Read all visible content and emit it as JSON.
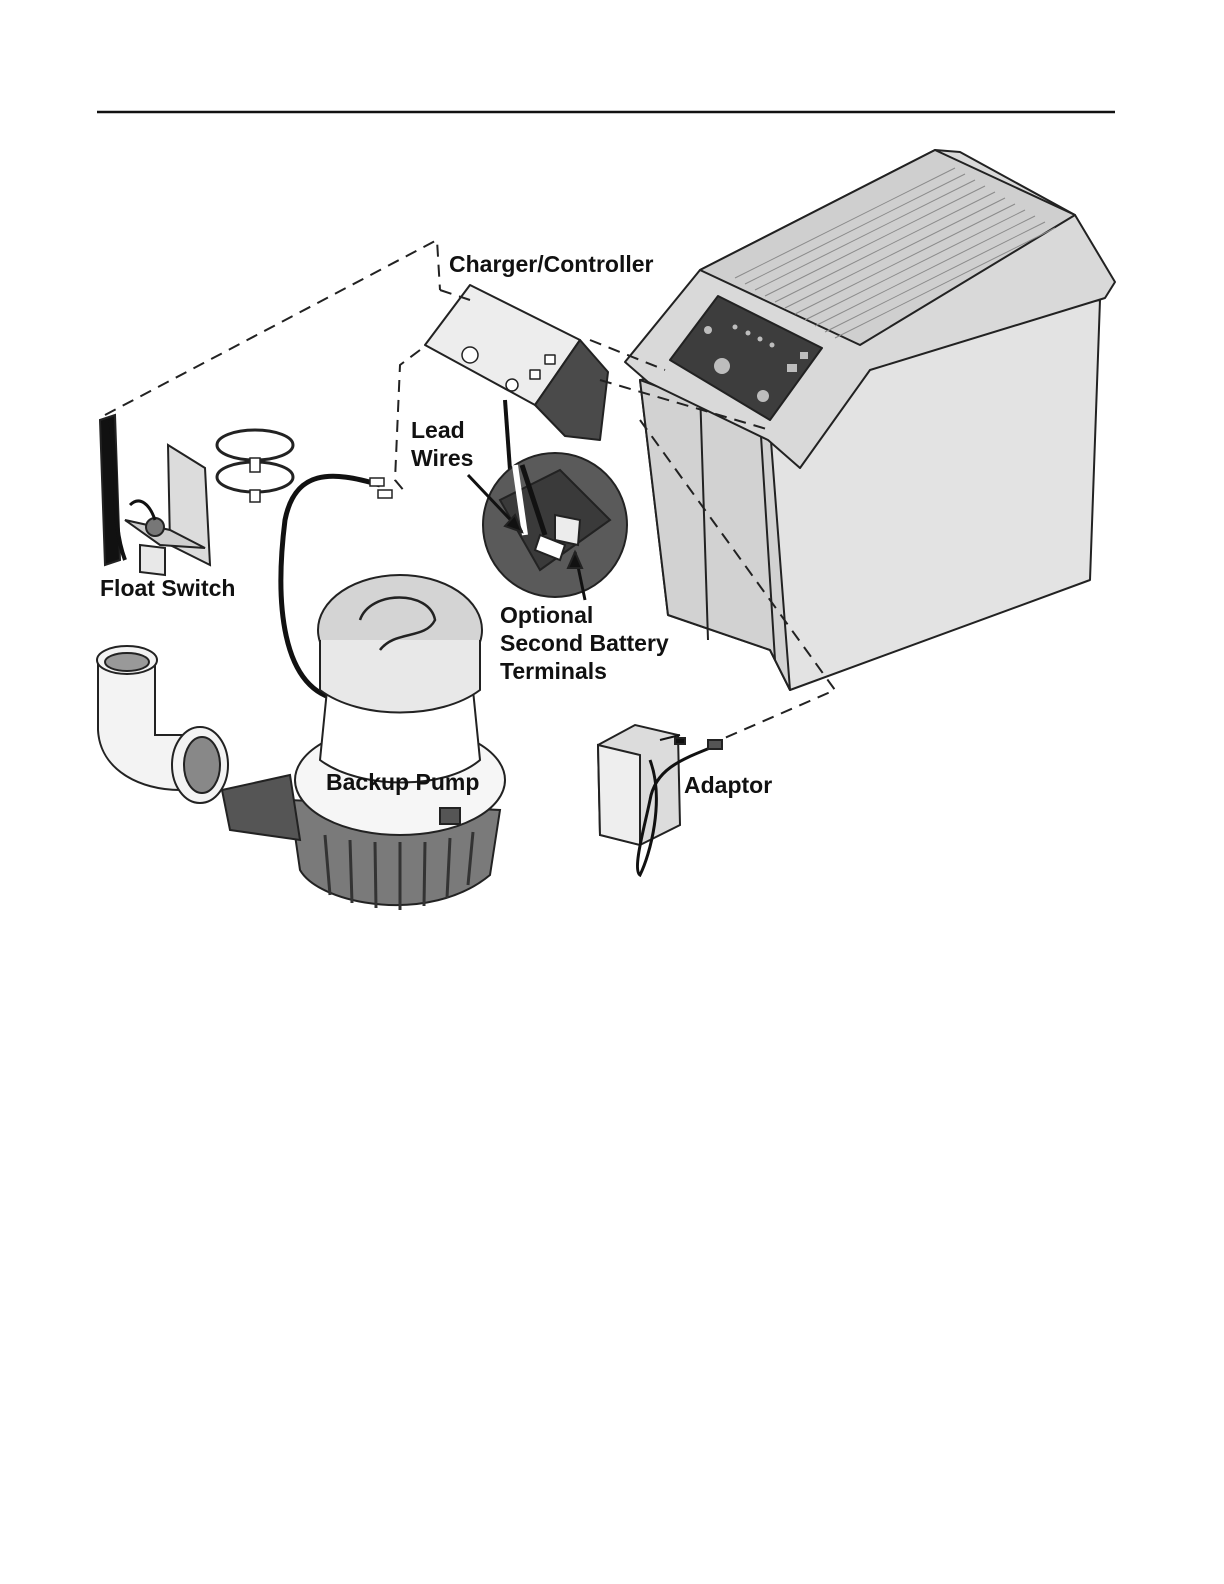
{
  "labels": {
    "charger_controller": "Charger/Controller",
    "lead_wires": [
      "Lead",
      "Wires"
    ],
    "float_switch": "Float Switch",
    "optional_terminals": [
      "Optional",
      "Second Battery",
      "Terminals"
    ],
    "backup_pump": "Backup Pump",
    "adaptor": "Adaptor"
  },
  "colors": {
    "ink": "#111111",
    "panel": "#3d3d3d",
    "battery_fill": "#e3e3e3",
    "pump_base": "#7a7a7a",
    "inset_fill": "#5a5a5a"
  }
}
